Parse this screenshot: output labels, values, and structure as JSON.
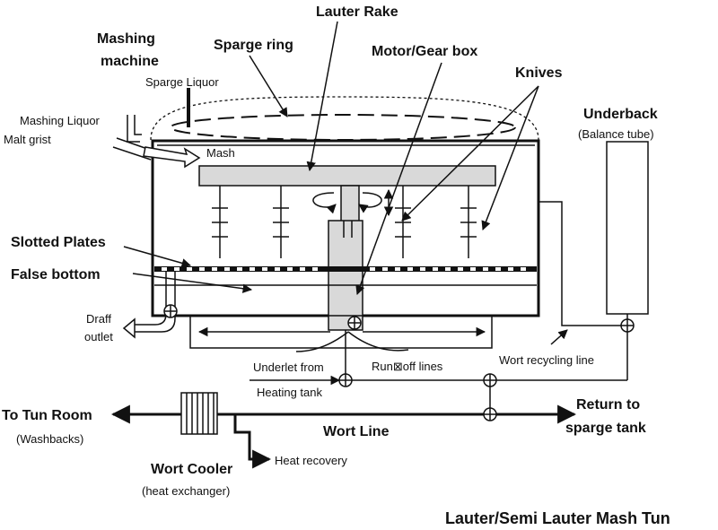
{
  "labels": {
    "lauter_rake": "Lauter Rake",
    "mashing_machine_1": "Mashing",
    "mashing_machine_2": "machine",
    "sparge_ring": "Sparge ring",
    "motor_gear_box": "Motor/Gear box",
    "knives": "Knives",
    "sparge_liquor": "Sparge  Liquor",
    "mashing_liquor": "Mashing Liquor",
    "malt_grist": "Malt grist",
    "mash": "Mash",
    "underback": "Underback",
    "balance_tube": "(Balance tube)",
    "slotted_plates": "Slotted Plates",
    "false_bottom": "False bottom",
    "draff_outlet_1": "Draff",
    "draff_outlet_2": "outlet",
    "underlet_from": "Underlet from",
    "heating_tank": "Heating tank",
    "run_off_lines": "Run⊠off lines",
    "wort_recycling_line": "Wort recycling line",
    "to_tun_room": "To Tun Room",
    "washbacks": "(Washbacks)",
    "wort_line": "Wort Line",
    "return_to_1": "Return to",
    "return_to_2": "sparge tank",
    "wort_cooler": "Wort Cooler",
    "heat_exchanger": "(heat exchanger)",
    "heat_recovery": "Heat recovery",
    "title": "Lauter/Semi Lauter Mash Tun"
  }
}
